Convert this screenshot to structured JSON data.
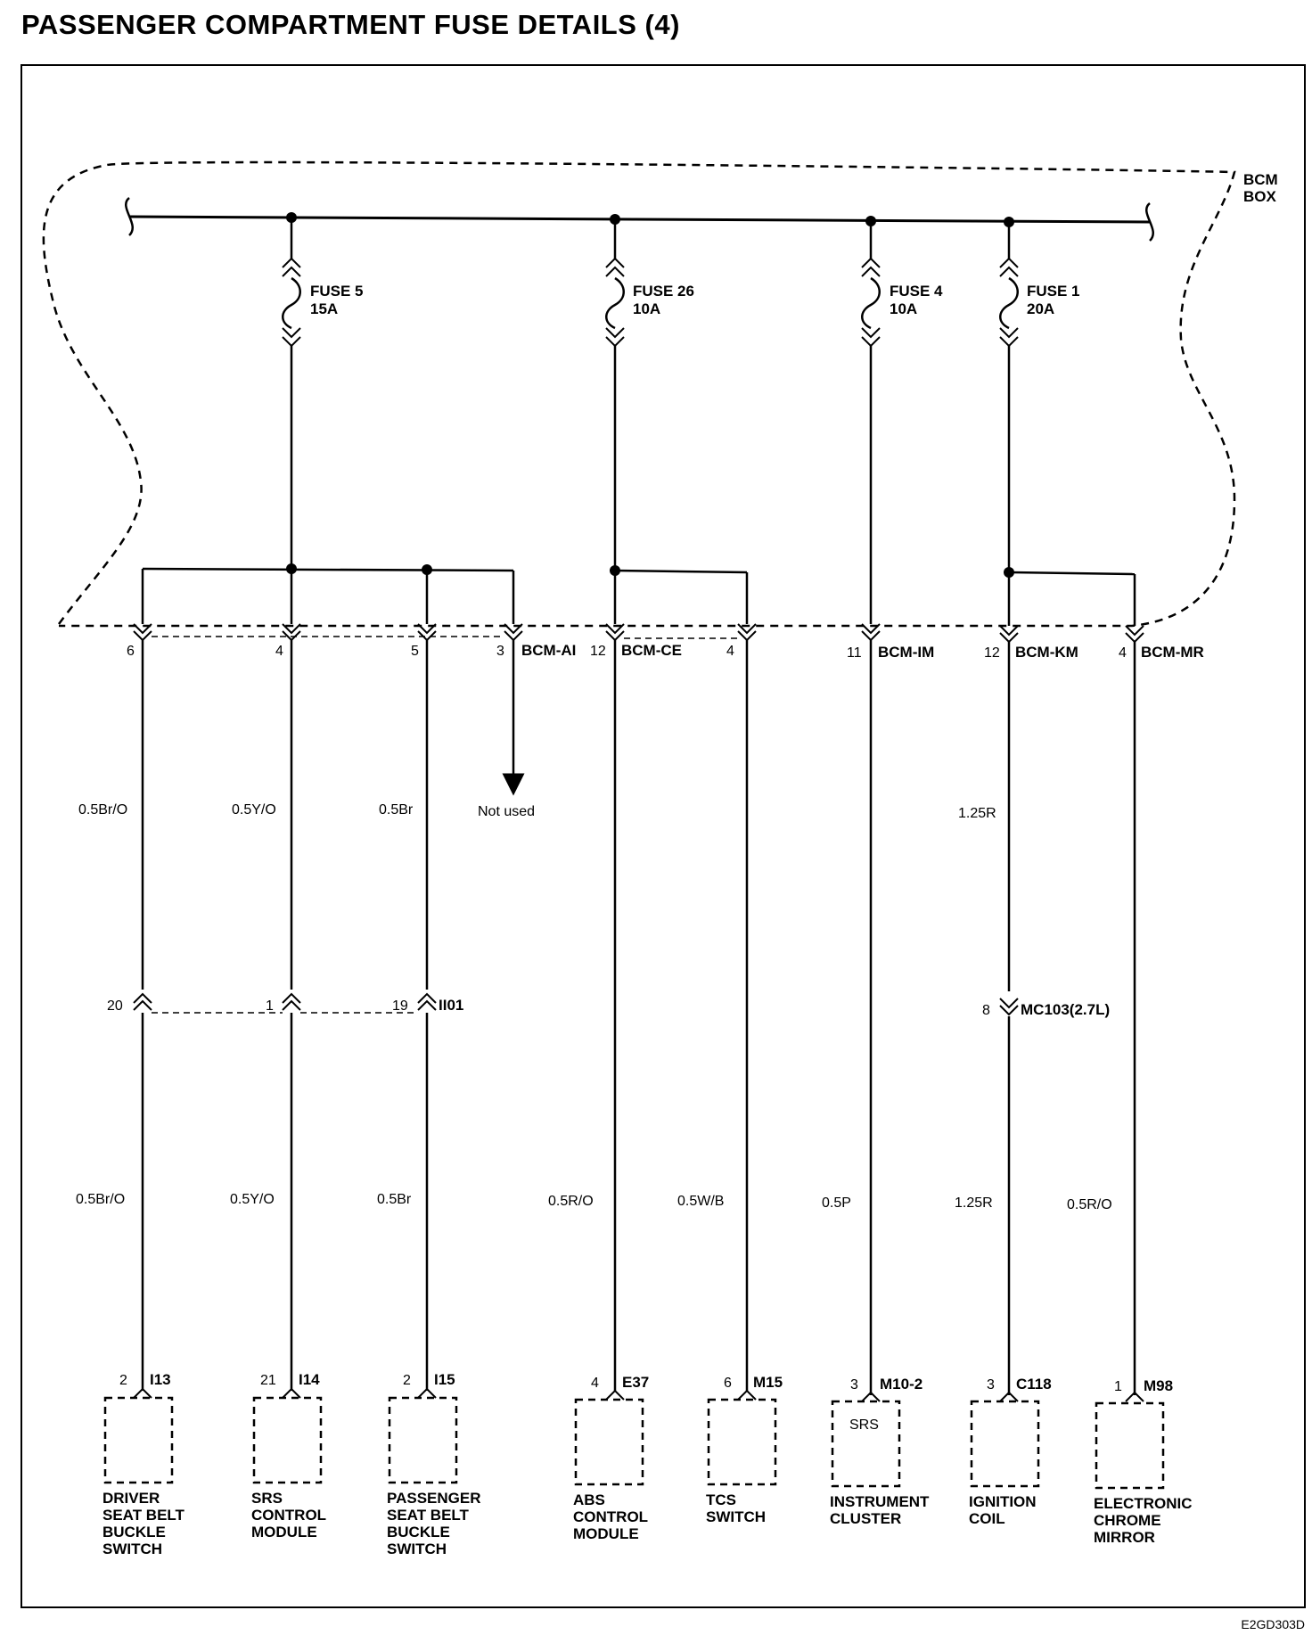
{
  "title": "PASSENGER COMPARTMENT FUSE DETAILS (4)",
  "box_label": [
    "BCM",
    "BOX"
  ],
  "figure_code": "E2GD303D",
  "fuses": [
    {
      "name": "FUSE 5",
      "rating": "15A"
    },
    {
      "name": "FUSE 26",
      "rating": "10A"
    },
    {
      "name": "FUSE 4",
      "rating": "10A"
    },
    {
      "name": "FUSE 1",
      "rating": "20A"
    }
  ],
  "bcm_connectors": [
    {
      "name": "BCM-AI",
      "pins": [
        "6",
        "4",
        "5",
        "3"
      ]
    },
    {
      "name": "BCM-CE",
      "pins": [
        "12",
        "4"
      ]
    },
    {
      "name": "BCM-IM",
      "pins": [
        "11"
      ]
    },
    {
      "name": "BCM-KM",
      "pins": [
        "12"
      ]
    },
    {
      "name": "BCM-MR",
      "pins": [
        "4"
      ]
    }
  ],
  "not_used": "Not used",
  "upper_wires": [
    "0.5Br/O",
    "0.5Y/O",
    "0.5Br",
    "1.25R"
  ],
  "inline_connectors": [
    {
      "name": "II01",
      "pins": [
        "20",
        "1",
        "19"
      ]
    },
    {
      "name": "MC103(2.7L)",
      "pins": [
        "8"
      ]
    }
  ],
  "lower_wires": [
    "0.5Br/O",
    "0.5Y/O",
    "0.5Br",
    "0.5R/O",
    "0.5W/B",
    "0.5P",
    "1.25R",
    "0.5R/O"
  ],
  "components": [
    {
      "pin": "2",
      "connector": "I13",
      "lines": [
        "DRIVER",
        "SEAT BELT",
        "BUCKLE",
        "SWITCH"
      ]
    },
    {
      "pin": "21",
      "connector": "I14",
      "lines": [
        "SRS",
        "CONTROL",
        "MODULE"
      ]
    },
    {
      "pin": "2",
      "connector": "I15",
      "lines": [
        "PASSENGER",
        "SEAT BELT",
        "BUCKLE",
        "SWITCH"
      ]
    },
    {
      "pin": "4",
      "connector": "E37",
      "lines": [
        "ABS",
        "CONTROL",
        "MODULE"
      ]
    },
    {
      "pin": "6",
      "connector": "M15",
      "lines": [
        "TCS",
        "SWITCH"
      ]
    },
    {
      "pin": "3",
      "connector": "M10-2",
      "lines": [
        "INSTRUMENT",
        "CLUSTER"
      ],
      "inner": "SRS"
    },
    {
      "pin": "3",
      "connector": "C118",
      "lines": [
        "IGNITION",
        "COIL"
      ]
    },
    {
      "pin": "1",
      "connector": "M98",
      "lines": [
        "ELECTRONIC",
        "CHROME",
        "MIRROR"
      ]
    }
  ]
}
